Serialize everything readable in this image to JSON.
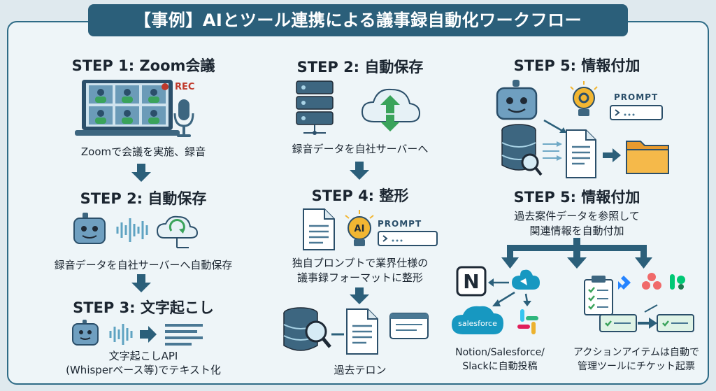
{
  "title": "【事例】AIとツール連携による議事録自動化ワークフロー",
  "rec_label": "REC",
  "prompt_label": "PROMPT",
  "ai_label": "AI",
  "salesforce_label": "salesforce",
  "notion_label": "N",
  "col1": {
    "step1": {
      "title": "STEP 1: Zoom会議",
      "caption": "Zoomで会議を実施、録音"
    },
    "step2": {
      "title": "STEP 2: 自動保存",
      "caption": "録音データを自社サーバーへ自動保存"
    },
    "step3": {
      "title": "STEP 3: 文字起こし",
      "caption_line1": "文字起こしAPI",
      "caption_line2": "(Whisperベース等)でテキスト化"
    }
  },
  "col2": {
    "step2": {
      "title": "STEP 2: 自動保存",
      "caption": "録音データを自社サーバーへ"
    },
    "step4": {
      "title": "STEP 4: 整形",
      "caption_line1": "独自プロンプトで業界仕様の",
      "caption_line2": "議事録フォーマットに整形"
    },
    "bottom_caption": "過去テロン"
  },
  "col3": {
    "step5a": {
      "title": "STEP 5: 情報付加"
    },
    "step5b": {
      "title": "STEP 5: 情報付加",
      "caption_line1": "過去案件データを参照して",
      "caption_line2": "関連情報を自動付加"
    },
    "left_caption_line1": "Notion/Salesforce/",
    "left_caption_line2": "Slackに自動投稿",
    "right_caption_line1": "アクションアイテムは自動で",
    "right_caption_line2": "管理ツールにチケット起票"
  },
  "colors": {
    "title_bg": "#2b5f7a",
    "arrow": "#2b5f7a",
    "rec": "#c0392b",
    "green": "#3aa35b",
    "salesforce": "#1798c1",
    "bulb": "#f2b632"
  }
}
